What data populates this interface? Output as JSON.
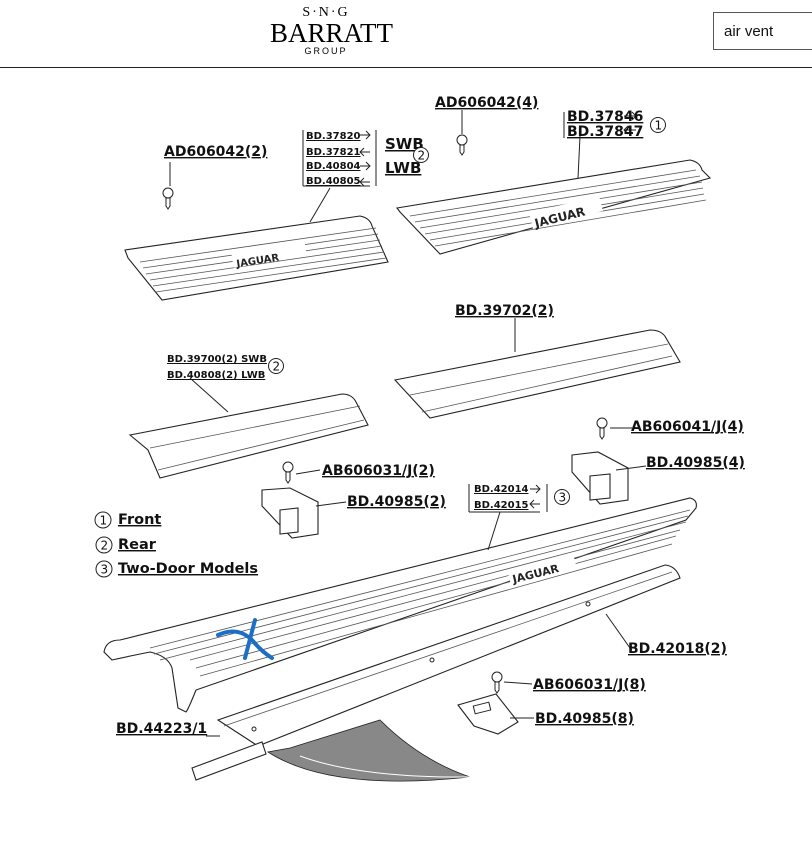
{
  "header": {
    "logo_top": "S·N·G",
    "logo_main": "BARRATT",
    "logo_sub": "GROUP",
    "search_value": "air vent"
  },
  "labels": {
    "ad606042_2": "AD606042(2)",
    "ad606042_4": "AD606042(4)",
    "bd37846": "BD.37846",
    "bd37847": "BD.37847",
    "bd37820": "BD.37820",
    "bd37821": "BD.37821",
    "bd40804": "BD.40804",
    "bd40805": "BD.40805",
    "swb": "SWB",
    "lwb": "LWB",
    "bd39702": "BD.39702(2)",
    "bd39700": "BD.39700(2) SWB",
    "bd40808": "BD.40808(2) LWB",
    "ab606041": "AB606041/J(4)",
    "bd40985_4": "BD.40985(4)",
    "ab606031_2": "AB606031/J(2)",
    "bd40985_2": "BD.40985(2)",
    "bd42014": "BD.42014",
    "bd42015": "BD.42015",
    "bd42018": "BD.42018(2)",
    "ab606031_8": "AB606031/J(8)",
    "bd40985_8": "BD.40985(8)",
    "bd44223": "BD.44223/1",
    "jaguar": "JAGUAR"
  },
  "legend": [
    {
      "num": "1",
      "text": "Front"
    },
    {
      "num": "2",
      "text": "Rear"
    },
    {
      "num": "3",
      "text": "Two-Door Models"
    }
  ],
  "callouts": {
    "one": "1",
    "two": "2",
    "three": "3"
  },
  "colors": {
    "annotation_mark": "#1b6fc4",
    "line": "#222222"
  }
}
